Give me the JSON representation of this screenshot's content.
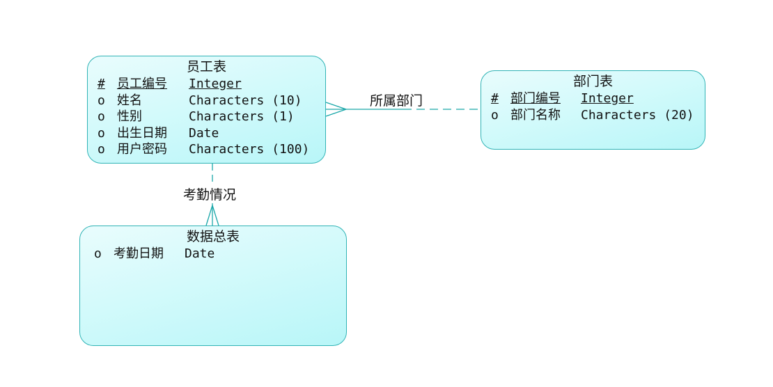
{
  "diagram": {
    "entities": [
      {
        "title": "员工表",
        "attributes": [
          {
            "marker": "#",
            "name": "员工编号",
            "type": "Integer",
            "primary": true
          },
          {
            "marker": "o",
            "name": "姓名",
            "type": "Characters (10)",
            "primary": false
          },
          {
            "marker": "o",
            "name": "性别",
            "type": "Characters (1)",
            "primary": false
          },
          {
            "marker": "o",
            "name": "出生日期",
            "type": "Date",
            "primary": false
          },
          {
            "marker": "o",
            "name": "用户密码",
            "type": "Characters (100)",
            "primary": false
          }
        ]
      },
      {
        "title": "部门表",
        "attributes": [
          {
            "marker": "#",
            "name": "部门编号",
            "type": "Integer",
            "primary": true
          },
          {
            "marker": "o",
            "name": "部门名称",
            "type": "Characters (20)",
            "primary": false
          }
        ]
      },
      {
        "title": "数据总表",
        "attributes": [
          {
            "marker": "o",
            "name": "考勤日期",
            "type": "Date",
            "primary": false
          }
        ]
      }
    ],
    "relationships": [
      {
        "label": "所属部门",
        "from": "员工表",
        "to": "部门表",
        "from_cardinality": "many",
        "to_cardinality": "one"
      },
      {
        "label": "考勤情况",
        "from": "员工表",
        "to": "数据总表",
        "from_cardinality": "one",
        "to_cardinality": "many"
      }
    ],
    "colors": {
      "line": "#1aa7a9",
      "border": "#2fb3b5",
      "fill_top": "#e9fcfd",
      "fill_bottom": "#b8f6f8"
    }
  }
}
